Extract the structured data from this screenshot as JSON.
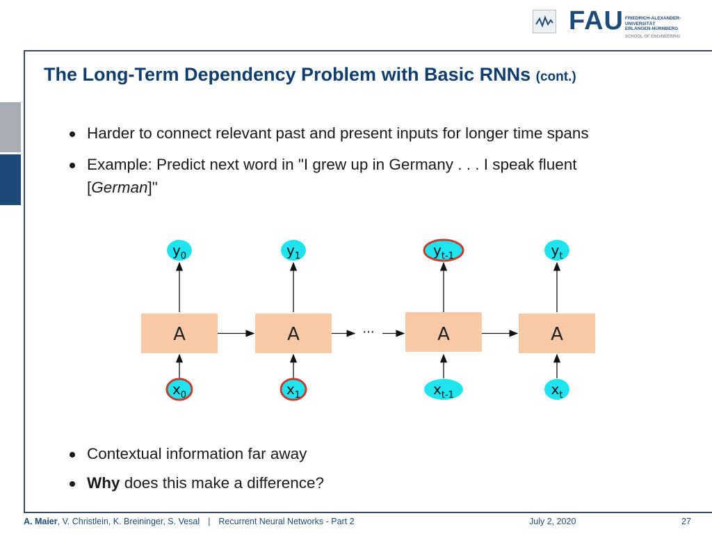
{
  "header": {
    "logo_text": "FAU",
    "university_lines": [
      "FRIEDRICH-ALEXANDER-",
      "UNIVERSITÄT",
      "ERLANGEN-NÜRNBERG"
    ],
    "school": "SCHOOL OF ENGINEERING"
  },
  "slide": {
    "title_main": "The Long-Term Dependency Problem with Basic RNNs",
    "title_suffix": "(cont.)",
    "bullets_top": [
      {
        "text": "Harder to connect relevant past and present inputs for longer time spans"
      },
      {
        "line1": "Example: Predict next word in \"I grew up in Germany . . . I speak fluent",
        "bracket_open": "[",
        "italic": "German",
        "bracket_close": "]\""
      }
    ],
    "bullets_bottom": [
      {
        "text": "Contextual information far away"
      },
      {
        "bold": "Why",
        "rest": " does this make a difference?"
      }
    ]
  },
  "diagram": {
    "cell_label": "A",
    "ellipsis": "···",
    "outputs": [
      {
        "base": "y",
        "sub": "0",
        "highlight": false
      },
      {
        "base": "y",
        "sub": "1",
        "highlight": false
      },
      {
        "base": "y",
        "sub": "t-1",
        "highlight": true
      },
      {
        "base": "y",
        "sub": "t",
        "highlight": false
      }
    ],
    "inputs": [
      {
        "base": "x",
        "sub": "0",
        "highlight": true
      },
      {
        "base": "x",
        "sub": "1",
        "highlight": true
      },
      {
        "base": "x",
        "sub": "t-1",
        "highlight": false
      },
      {
        "base": "x",
        "sub": "t",
        "highlight": false
      }
    ],
    "colors": {
      "cell": "#f8c9a6",
      "node": "#1fe4f0",
      "highlight": "#c8392e"
    }
  },
  "footer": {
    "authors_bold": "A. Maier",
    "authors_rest": ", V. Christlein, K. Breininger, S. Vesal",
    "separator": "|",
    "lecture": "Recurrent Neural Networks - Part 2",
    "date": "July 2, 2020",
    "page": "27"
  }
}
